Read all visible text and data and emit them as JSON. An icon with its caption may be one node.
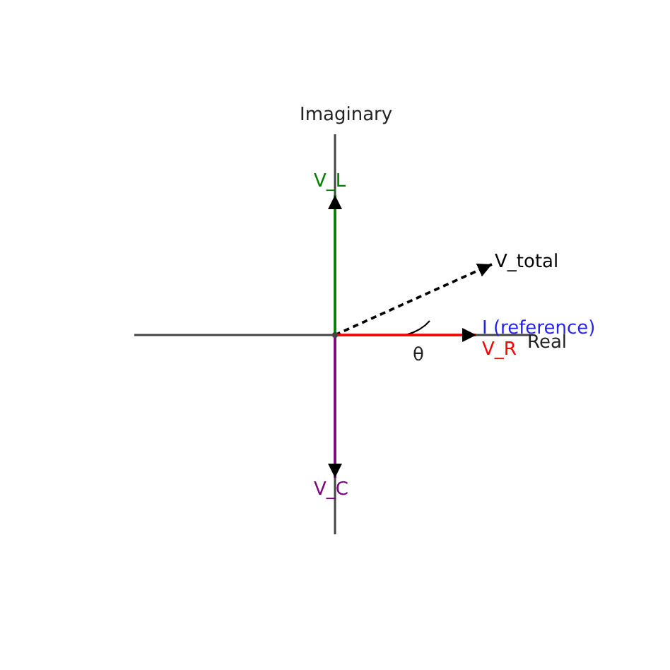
{
  "diagram": {
    "nodes": [
      {
        "text": [],
        "shape": "circle"
      },
      {
        "text": [
          "V_L"
        ]
      },
      {
        "text": [
          "V_total"
        ]
      },
      {
        "text": [
          "V_R"
        ]
      },
      {
        "text": [
          "V_C"
        ]
      }
    ],
    "edges": [
      {
        "from": 0,
        "to": 1,
        "arrow": "to",
        "color": "#008000"
      },
      {
        "from": 0,
        "to": 2,
        "arrow": "to",
        "style": "dashed",
        "color": "#000000"
      },
      {
        "from": 0,
        "to": 3,
        "arrow": "to",
        "color": "#ff0000"
      },
      {
        "from": 0,
        "to": 4,
        "arrow": "to",
        "color": "#800080"
      }
    ],
    "labels": [
      "Imaginary",
      "I (reference)",
      "Real",
      "θ"
    ]
  }
}
